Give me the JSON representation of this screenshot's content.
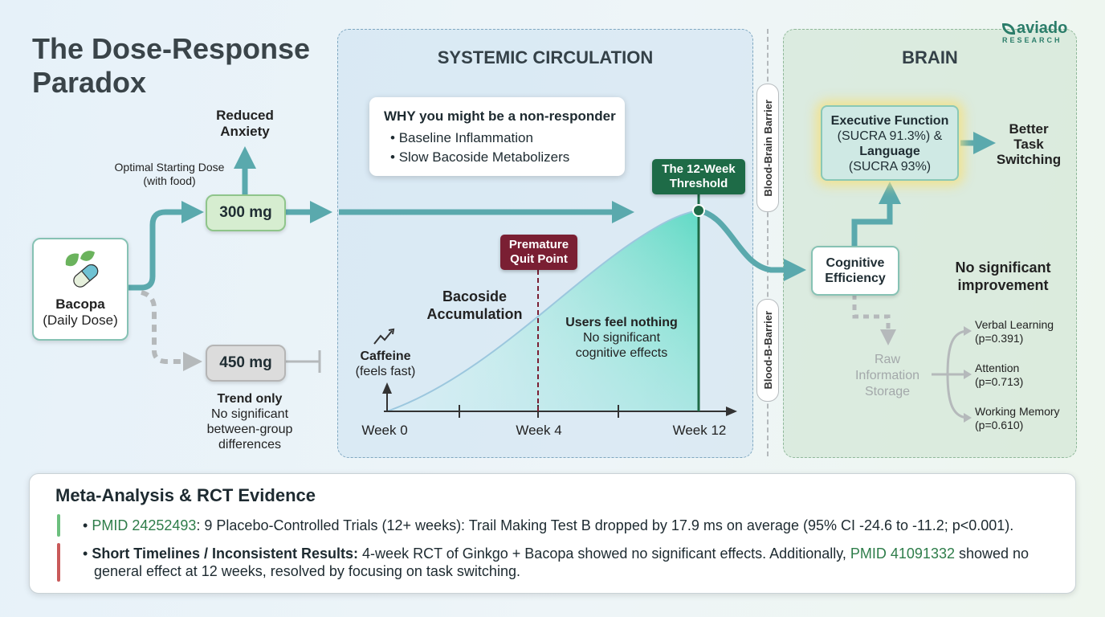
{
  "title": "The Dose-Response Paradox",
  "logo": {
    "name": "aviado",
    "sub": "RESEARCH"
  },
  "left": {
    "bacopa": {
      "name": "Bacopa",
      "sub": "(Daily Dose)"
    },
    "optimal_note": [
      "Optimal Starting Dose",
      "(with food)"
    ],
    "dose_300": "300 mg",
    "reduced_anxiety": [
      "Reduced",
      "Anxiety"
    ],
    "dose_450": "450 mg",
    "trend_title": "Trend only",
    "trend_body": [
      "No significant",
      "between-group",
      "differences"
    ]
  },
  "systemic": {
    "title": "SYSTEMIC CIRCULATION",
    "why_title": "WHY you might be a non-responder",
    "why_items": [
      "Baseline Inflammation",
      "Slow Bacoside Metabolizers"
    ],
    "threshold": [
      "The 12-Week",
      "Threshold"
    ],
    "quit_point": [
      "Premature",
      "Quit Point"
    ],
    "accumulation": [
      "Bacoside",
      "Accumulation"
    ],
    "feel_title": "Users feel nothing",
    "feel_body": [
      "No significant",
      "cognitive effects"
    ],
    "caffeine": [
      "Caffeine",
      "(feels fast)"
    ],
    "weeks": [
      "Week 0",
      "Week 4",
      "Week 12"
    ]
  },
  "barrier": {
    "top": "Blood-Brain Barrier",
    "bottom": "Blood-B-Barrier"
  },
  "brain": {
    "title": "BRAIN",
    "exec_l1": "Executive Function",
    "exec_l2": "(SUCRA 91.3%) &",
    "exec_l3": "Language",
    "exec_l4": "(SUCRA 93%)",
    "better": [
      "Better",
      "Task",
      "Switching"
    ],
    "cognitive": [
      "Cognitive",
      "Efficiency"
    ],
    "no_sig": [
      "No significant",
      "improvement"
    ],
    "raw": [
      "Raw",
      "Information",
      "Storage"
    ],
    "outcomes": [
      {
        "name": "Verbal Learning",
        "p": "(p=0.391)"
      },
      {
        "name": "Attention",
        "p": "(p=0.713)"
      },
      {
        "name": "Working Memory",
        "p": "(p=0.610)"
      }
    ]
  },
  "evidence": {
    "title": "Meta-Analysis & RCT Evidence",
    "row1_pmid": "PMID 24252493",
    "row1_text": ": 9 Placebo-Controlled Trials (12+ weeks): Trail Making Test B dropped by 17.9 ms on average (95% CI -24.6 to -11.2; p<0.001).",
    "row2_bold": "Short Timelines / Inconsistent Results:",
    "row2_text_a": " 4-week RCT of Ginkgo + Bacopa showed no significant effects. Additionally, ",
    "row2_pmid": "PMID 41091332",
    "row2_text_b": " showed no general effect at 12 weeks, resolved by focusing on task switching."
  },
  "colors": {
    "teal_arrow": "#5aa9ad",
    "threshold_green": "#1e6b47",
    "quit_maroon": "#7a1f33",
    "row1_bar": "#6cbf7e",
    "row2_bar": "#c95a5a"
  }
}
